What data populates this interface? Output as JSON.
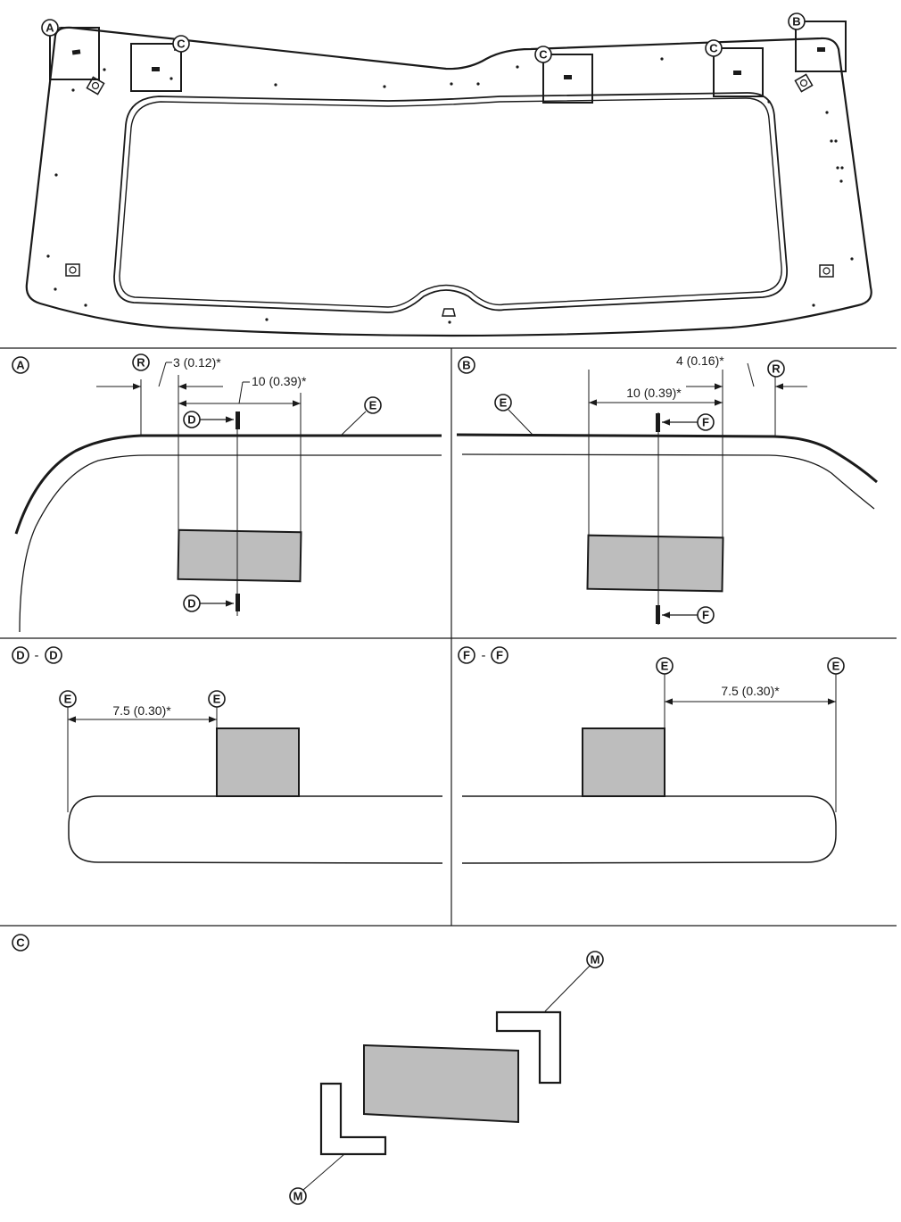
{
  "callouts": {
    "A": "A",
    "B": "B",
    "C": "C",
    "D": "D",
    "E": "E",
    "F": "F",
    "M": "M",
    "R": "R"
  },
  "section_titles": {
    "a": "A",
    "b": "B",
    "dd_left": "D",
    "dd_sep": "-",
    "dd_right": "D",
    "ff_left": "F",
    "ff_sep": "-",
    "ff_right": "F",
    "c": "C"
  },
  "dimensions": {
    "a_r_offset": "3 (0.12)*",
    "a_width": "10 (0.39)*",
    "b_r_offset": "4 (0.16)*",
    "b_width": "10 (0.39)*",
    "dd_offset": "7.5 (0.30)*",
    "ff_offset": "7.5 (0.30)*"
  },
  "colors": {
    "line": "#1a1a1a",
    "fill_grey": "#bdbdbd",
    "background": "#ffffff"
  }
}
